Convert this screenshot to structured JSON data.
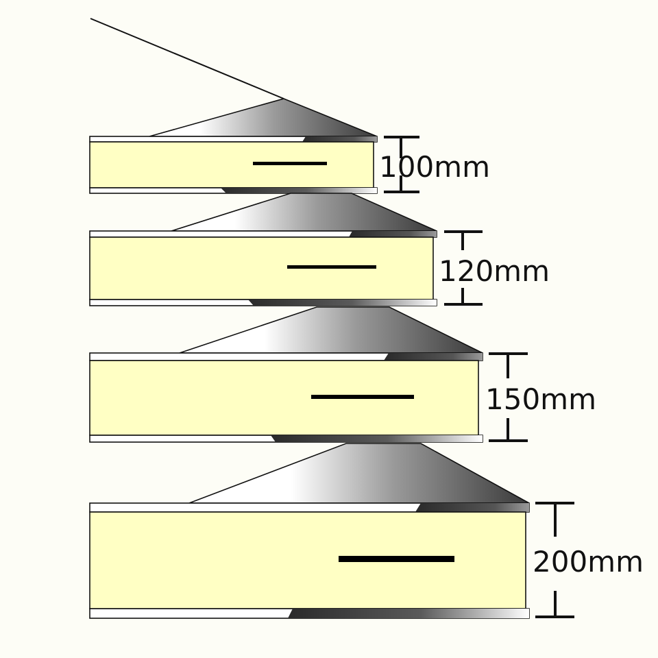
{
  "diagram": {
    "background": "#fdfdf6",
    "core_color": "#ffffc4",
    "skin_color": "#ffffff",
    "outline_color": "#111111",
    "shade_dark": "#3a3a3a",
    "panels": [
      {
        "id": "panel-100",
        "thickness_label": "100mm"
      },
      {
        "id": "panel-120",
        "thickness_label": "120mm"
      },
      {
        "id": "panel-150",
        "thickness_label": "150mm"
      },
      {
        "id": "panel-200",
        "thickness_label": "200mm"
      }
    ]
  }
}
